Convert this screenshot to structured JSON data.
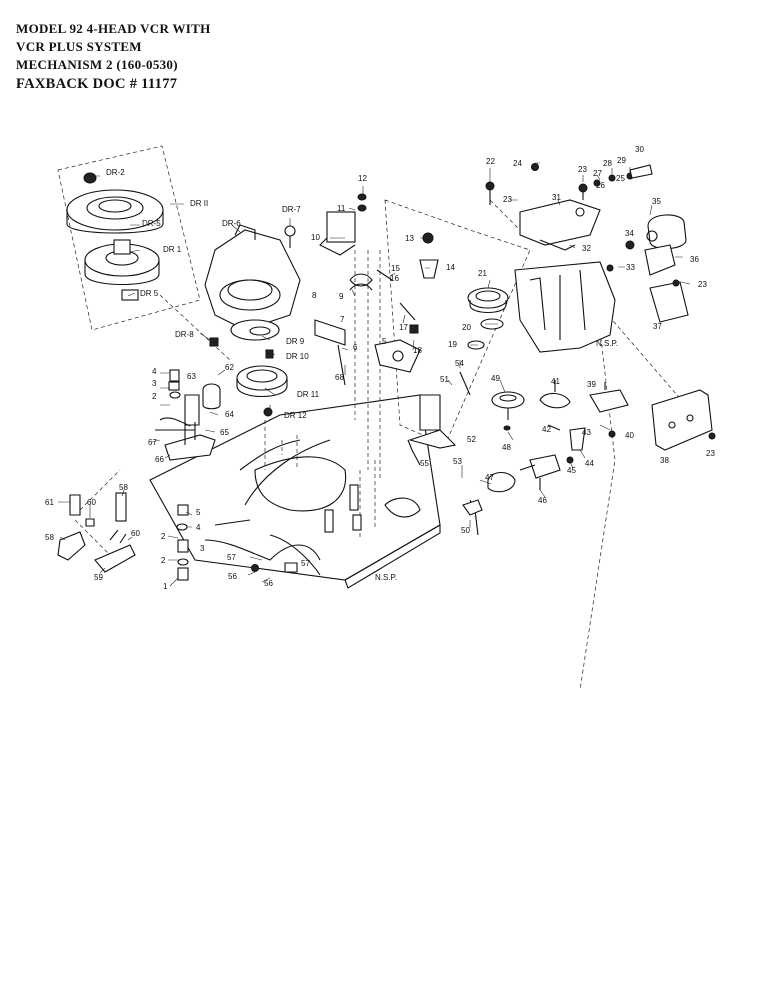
{
  "title": {
    "line1": "MODEL 92 4-HEAD VCR WITH",
    "line2": "VCR PLUS SYSTEM",
    "line3": "MECHANISM 2  (160-0530)",
    "line4": "FAXBACK DOC # 11177"
  },
  "labels": {
    "dr1": "DR 1",
    "dr2": "DR-2",
    "dr5a": "DR-5",
    "dr5b": "DR 5",
    "dr6": "DR-6",
    "dr7": "DR-7",
    "dr8": "DR-8",
    "dr9": "DR 9",
    "dr10": "DR 10",
    "dr11": "DR 11",
    "dr12": "DR 12",
    "drII": "DR II",
    "nsp1": "N.S.P.",
    "nsp2": "N.S.P.",
    "p1": "1",
    "p2a": "2",
    "p2b": "2",
    "p3a": "3",
    "p3b": "3",
    "p4a": "4",
    "p4b": "4",
    "p5a": "5",
    "p5b": "5",
    "p6": "6",
    "p7": "7",
    "p8": "8",
    "p9": "9",
    "p10": "10",
    "p11": "11",
    "p12": "12",
    "p13": "13",
    "p14": "14",
    "p15": "15",
    "p16": "16",
    "p17": "17",
    "p18": "18",
    "p19": "19",
    "p20": "20",
    "p21": "21",
    "p22": "22",
    "p23a": "23",
    "p23b": "23",
    "p23c": "23",
    "p23d": "23",
    "p24": "24",
    "p25": "25",
    "p26": "26",
    "p27": "27",
    "p28": "28",
    "p29": "29",
    "p30": "30",
    "p31": "31",
    "p32": "32",
    "p33": "33",
    "p34": "34",
    "p35": "35",
    "p36": "36",
    "p37": "37",
    "p38": "38",
    "p39": "39",
    "p40": "40",
    "p41": "41",
    "p42": "42",
    "p43": "43",
    "p44": "44",
    "p45": "45",
    "p46": "46",
    "p47": "47",
    "p48": "48",
    "p49": "49",
    "p50": "50",
    "p51": "51",
    "p52": "52",
    "p53": "53",
    "p54": "54",
    "p55": "55",
    "p56a": "56",
    "p56b": "56",
    "p57a": "57",
    "p57b": "57",
    "p58": "58",
    "p59": "59",
    "p60a": "60",
    "p60b": "60",
    "p61": "61",
    "p62": "62",
    "p63": "63",
    "p64": "64",
    "p65": "65",
    "p66": "66",
    "p67": "67",
    "p68": "68"
  }
}
